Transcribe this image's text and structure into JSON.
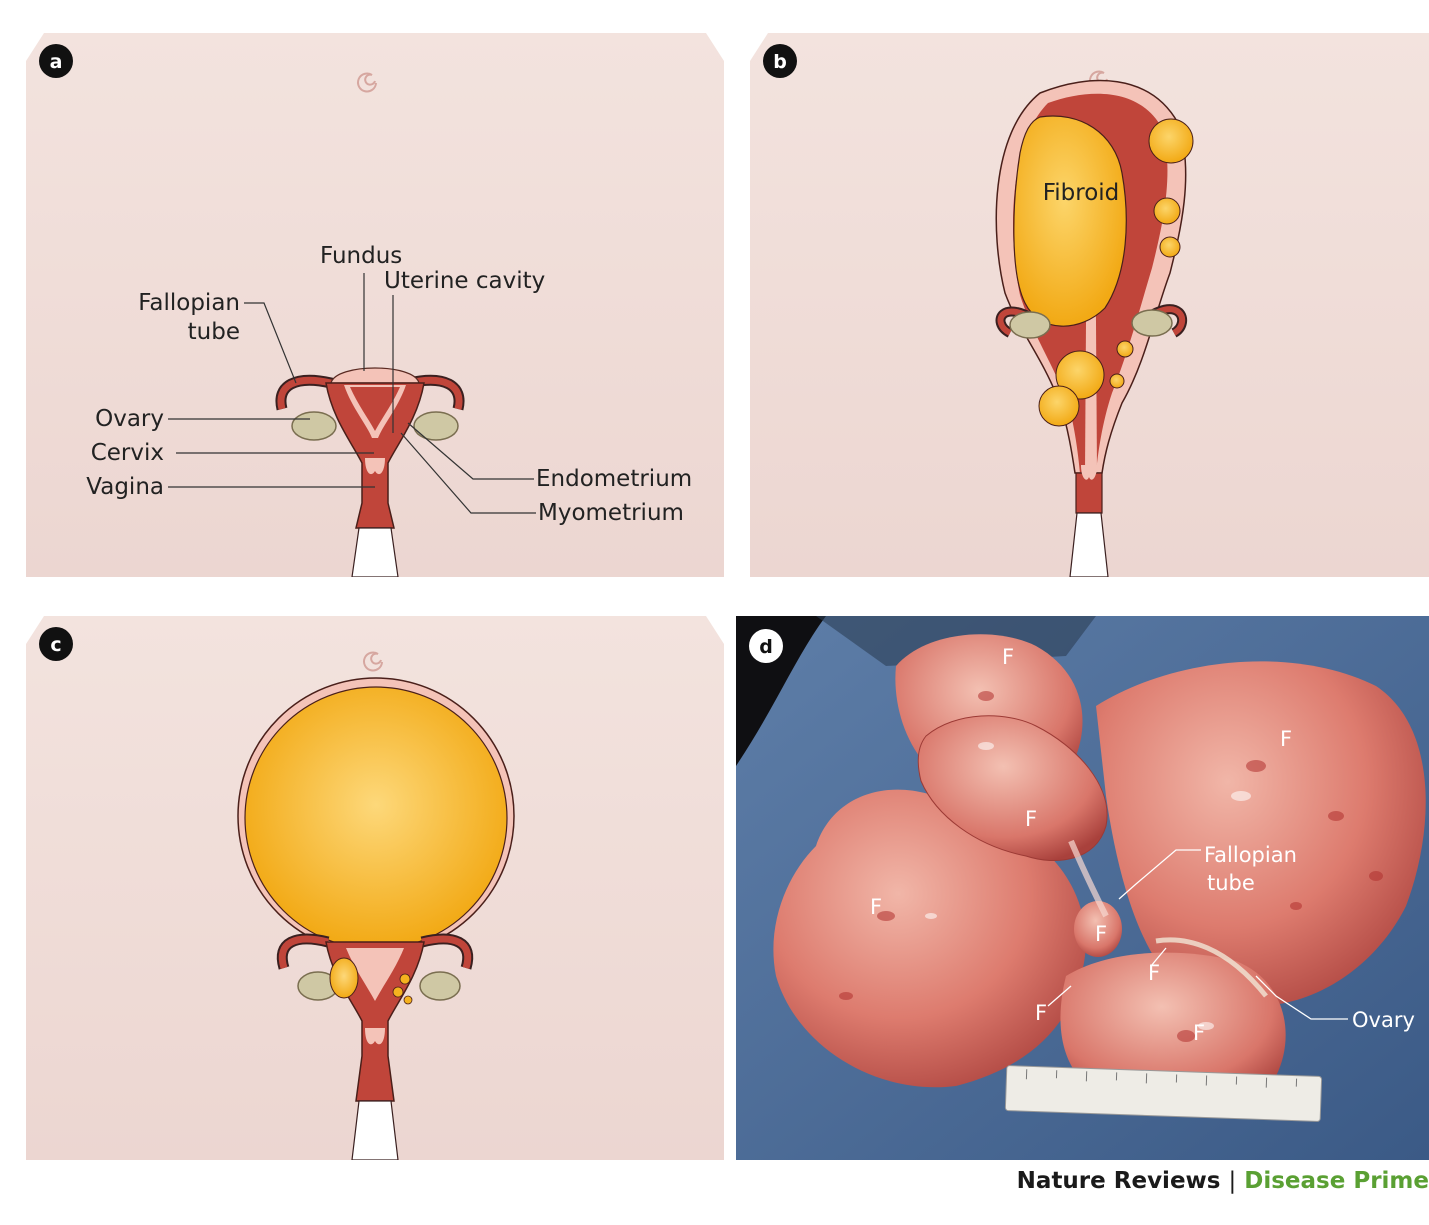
{
  "panels": {
    "a": {
      "letter": "a",
      "labels": {
        "fundus": "Fundus",
        "uterine_cavity": "Uterine cavity",
        "fallopian_line1": "Fallopian",
        "fallopian_line2": "tube",
        "ovary": "Ovary",
        "cervix": "Cervix",
        "vagina": "Vagina",
        "endometrium": "Endometrium",
        "myometrium": "Myometrium"
      }
    },
    "b": {
      "letter": "b",
      "labels": {
        "fibroid": "Fibroid"
      }
    },
    "c": {
      "letter": "c"
    },
    "d": {
      "letter": "d",
      "labels": {
        "fibroid_marker": "F",
        "fallopian_line1": "Fallopian",
        "fallopian_line2": "tube",
        "ovary": "Ovary"
      }
    }
  },
  "footer": {
    "publication": "Nature Reviews",
    "separator": "|",
    "series": "Disease Prime"
  },
  "colors": {
    "background": "#f1ddd8",
    "myometrium": "#c0453a",
    "endometrium": "#f4c3b8",
    "fibroid": "#f5b21f",
    "ovary": "#cfc8a4",
    "footer_series": "#5aa033"
  }
}
